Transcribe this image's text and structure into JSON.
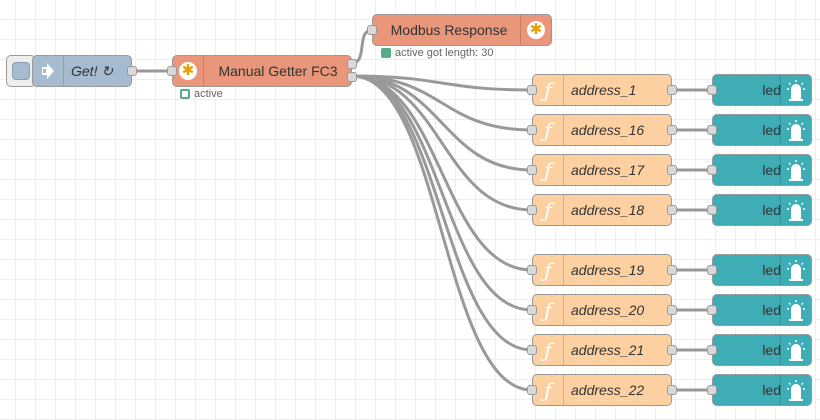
{
  "flow": {
    "inject": {
      "label": "Get! ↻",
      "icon": "arrow-in-icon",
      "color": "#a6bbcf"
    },
    "getter": {
      "label": "Manual Getter FC3",
      "icon": "gear-icon",
      "color": "#e9967a",
      "status": "active"
    },
    "response": {
      "label": "Modbus Response",
      "icon": "gear-icon",
      "color": "#e9967a",
      "status": "active got length: 30"
    },
    "functions": [
      {
        "label": "address_1"
      },
      {
        "label": "address_16"
      },
      {
        "label": "address_17"
      },
      {
        "label": "address_18"
      },
      {
        "label": "address_19"
      },
      {
        "label": "address_20"
      },
      {
        "label": "address_21"
      },
      {
        "label": "address_22"
      }
    ],
    "function_color": "#fdd0a2",
    "function_icon": "function-icon",
    "leds": [
      {
        "label": "led"
      },
      {
        "label": "led"
      },
      {
        "label": "led"
      },
      {
        "label": "led"
      },
      {
        "label": "led"
      },
      {
        "label": "led"
      },
      {
        "label": "led"
      },
      {
        "label": "led"
      }
    ],
    "led_color": "#3fadb5",
    "led_icon": "led-icon",
    "status_color": "#55aa88"
  }
}
